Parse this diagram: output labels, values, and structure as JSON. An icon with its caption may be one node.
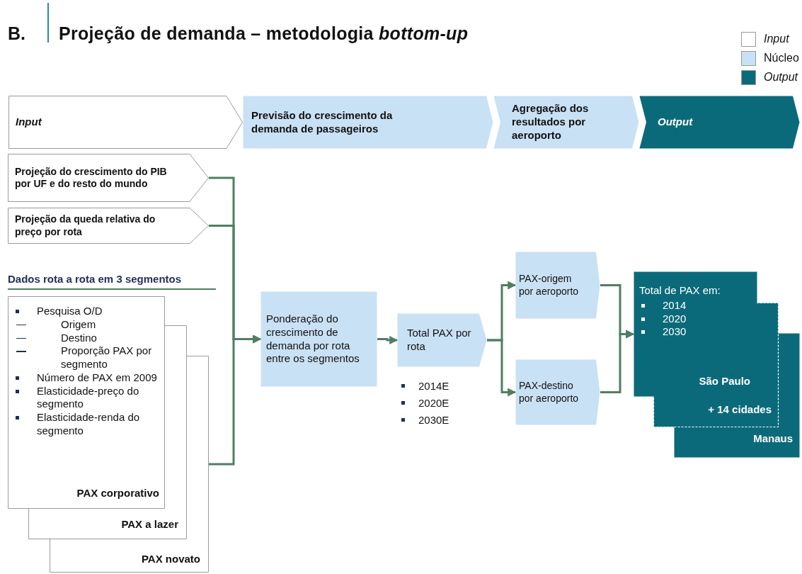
{
  "diagram": {
    "title": "Projeção de demanda – metodologia *bottom-up*",
    "nodes": [
      {
        "text": [
          "Input"
        ]
      },
      {
        "text": [
          "Previsão do crescimento da demanda de passageiros"
        ]
      },
      {
        "text": [
          "Agregação dos resultados por aeroporto"
        ]
      },
      {
        "text": [
          "Output"
        ]
      },
      {
        "text": [
          "Projeção do crescimento do PIB por UF e do resto do mundo"
        ]
      },
      {
        "text": [
          "Projeção da queda relativa do preço por rota"
        ]
      },
      {
        "text": [
          "Pesquisa O/D",
          "Origem",
          "Destino",
          "Proporção PAX por segmento",
          "Número de PAX em 2009",
          "Elasticidade-preço do segmento",
          "Elasticidade-renda do segmento",
          "PAX corporativo"
        ]
      },
      {
        "text": [
          "PAX a lazer"
        ]
      },
      {
        "text": [
          "PAX novato"
        ]
      },
      {
        "text": [
          "Ponderação do crescimento de demanda por rota entre os segmentos"
        ]
      },
      {
        "text": [
          "Total PAX por rota"
        ],
        "beside": [
          "2014E",
          "2020E",
          "2030E"
        ]
      },
      {
        "text": [
          "PAX-origem por aeroporto"
        ]
      },
      {
        "text": [
          "PAX-destino por aeroporto"
        ]
      },
      {
        "text": [
          "Total de PAX em:",
          "2014",
          "2020",
          "2030",
          "São Paulo"
        ]
      },
      {
        "text": [
          "+ 14 cidades"
        ]
      },
      {
        "text": [
          "Manaus"
        ]
      }
    ],
    "edges": [
      {
        "from": 4,
        "to": 9,
        "arrow": "to"
      },
      {
        "from": 5,
        "to": 9,
        "arrow": "to"
      },
      {
        "from": 8,
        "to": 9,
        "arrow": "to"
      },
      {
        "from": 9,
        "to": 10,
        "arrow": "to"
      },
      {
        "from": 10,
        "to": 11,
        "arrow": "to"
      },
      {
        "from": 10,
        "to": 12,
        "arrow": "to"
      },
      {
        "from": 11,
        "to": 13,
        "arrow": "to"
      },
      {
        "from": 12,
        "to": 13,
        "arrow": "to"
      }
    ],
    "labels": [
      "B.",
      "Dados rota a rota em 3 segmentos"
    ],
    "legend": [
      {
        "text": "Input",
        "color": "#ffffff"
      },
      {
        "text": "Núcleo",
        "color": "#c9e1f5"
      },
      {
        "text": "Output",
        "color": "#0b6a7a"
      }
    ]
  }
}
